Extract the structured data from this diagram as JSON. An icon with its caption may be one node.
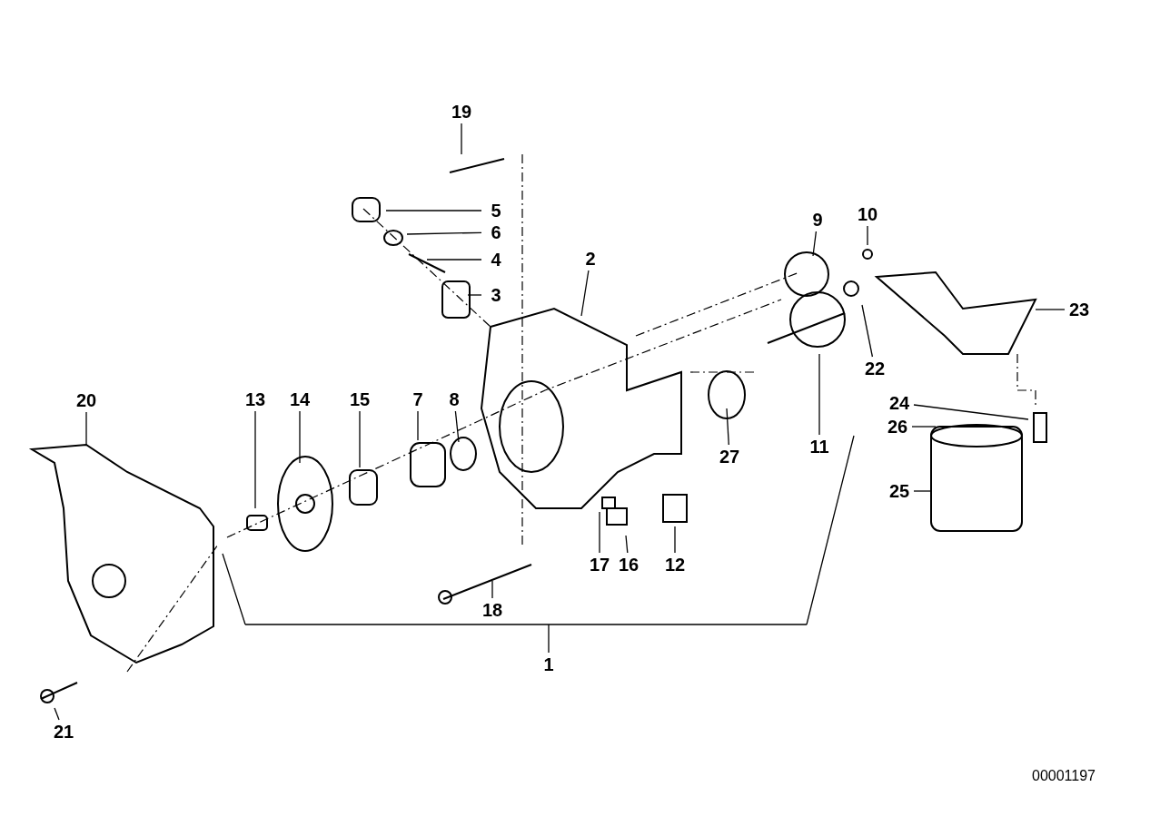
{
  "diagram": {
    "nodes": [
      {
        "text": [
          "19"
        ]
      },
      {
        "text": [
          "5"
        ]
      },
      {
        "text": [
          "6"
        ]
      },
      {
        "text": [
          "9"
        ]
      },
      {
        "text": [
          "10"
        ]
      },
      {
        "text": [
          "4"
        ]
      },
      {
        "text": [
          "2"
        ]
      },
      {
        "text": [
          "3"
        ]
      },
      {
        "text": [
          "23"
        ]
      },
      {
        "text": [
          "22"
        ]
      },
      {
        "text": [
          "20"
        ]
      },
      {
        "text": [
          "13"
        ]
      },
      {
        "text": [
          "14"
        ]
      },
      {
        "text": [
          "15"
        ]
      },
      {
        "text": [
          "7"
        ]
      },
      {
        "text": [
          "8"
        ]
      },
      {
        "text": [
          "24"
        ]
      },
      {
        "text": [
          "26"
        ]
      },
      {
        "text": [
          "11"
        ]
      },
      {
        "text": [
          "27"
        ]
      },
      {
        "text": [
          "25"
        ]
      },
      {
        "text": [
          "17"
        ]
      },
      {
        "text": [
          "16"
        ]
      },
      {
        "text": [
          "12"
        ]
      },
      {
        "text": [
          "18"
        ]
      },
      {
        "text": [
          "1"
        ]
      },
      {
        "text": [
          "21"
        ]
      }
    ],
    "edges": [
      {
        "from": 0,
        "to": null,
        "arrow": "none"
      },
      {
        "from": 1,
        "to": null,
        "arrow": "none"
      },
      {
        "from": 2,
        "to": null,
        "arrow": "none"
      },
      {
        "from": 3,
        "to": null,
        "arrow": "none"
      },
      {
        "from": 4,
        "to": null,
        "arrow": "none"
      },
      {
        "from": 5,
        "to": null,
        "arrow": "none"
      },
      {
        "from": 6,
        "to": null,
        "arrow": "none"
      },
      {
        "from": 7,
        "to": null,
        "arrow": "none"
      },
      {
        "from": 8,
        "to": null,
        "arrow": "none"
      },
      {
        "from": 9,
        "to": null,
        "arrow": "none"
      },
      {
        "from": 10,
        "to": null,
        "arrow": "none"
      },
      {
        "from": 11,
        "to": null,
        "arrow": "none"
      },
      {
        "from": 12,
        "to": null,
        "arrow": "none"
      },
      {
        "from": 13,
        "to": null,
        "arrow": "none"
      },
      {
        "from": 14,
        "to": null,
        "arrow": "none"
      },
      {
        "from": 15,
        "to": null,
        "arrow": "none"
      },
      {
        "from": 16,
        "to": null,
        "arrow": "none"
      },
      {
        "from": 17,
        "to": null,
        "arrow": "none"
      },
      {
        "from": 18,
        "to": null,
        "arrow": "none"
      },
      {
        "from": 19,
        "to": null,
        "arrow": "none"
      },
      {
        "from": 20,
        "to": null,
        "arrow": "none"
      },
      {
        "from": 21,
        "to": null,
        "arrow": "none"
      },
      {
        "from": 22,
        "to": null,
        "arrow": "none"
      },
      {
        "from": 23,
        "to": null,
        "arrow": "none"
      },
      {
        "from": 24,
        "to": null,
        "arrow": "none"
      },
      {
        "from": 25,
        "to": null,
        "arrow": "none"
      },
      {
        "from": 26,
        "to": null,
        "arrow": "none"
      }
    ],
    "labels": [
      "00001197"
    ]
  }
}
